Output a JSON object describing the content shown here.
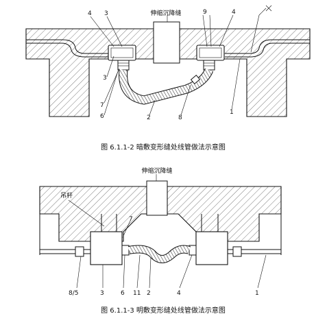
{
  "diagram1": {
    "joint_label": "伸缩沉降缝",
    "part_labels": [
      "4",
      "3",
      "9",
      "4",
      "3",
      "7",
      "6",
      "2",
      "8",
      "1"
    ],
    "caption": "图 6.1.1-2 暗敷变形缝处线管做法示意图"
  },
  "diagram2": {
    "hanger_label": "吊杆",
    "joint_label": "伸缩沉降缝",
    "part_labels": [
      "7",
      "8/5",
      "3",
      "6",
      "11",
      "2",
      "4",
      "1"
    ],
    "caption": "图 6.1.1-3 明敷变形缝处线管做法示意图"
  }
}
